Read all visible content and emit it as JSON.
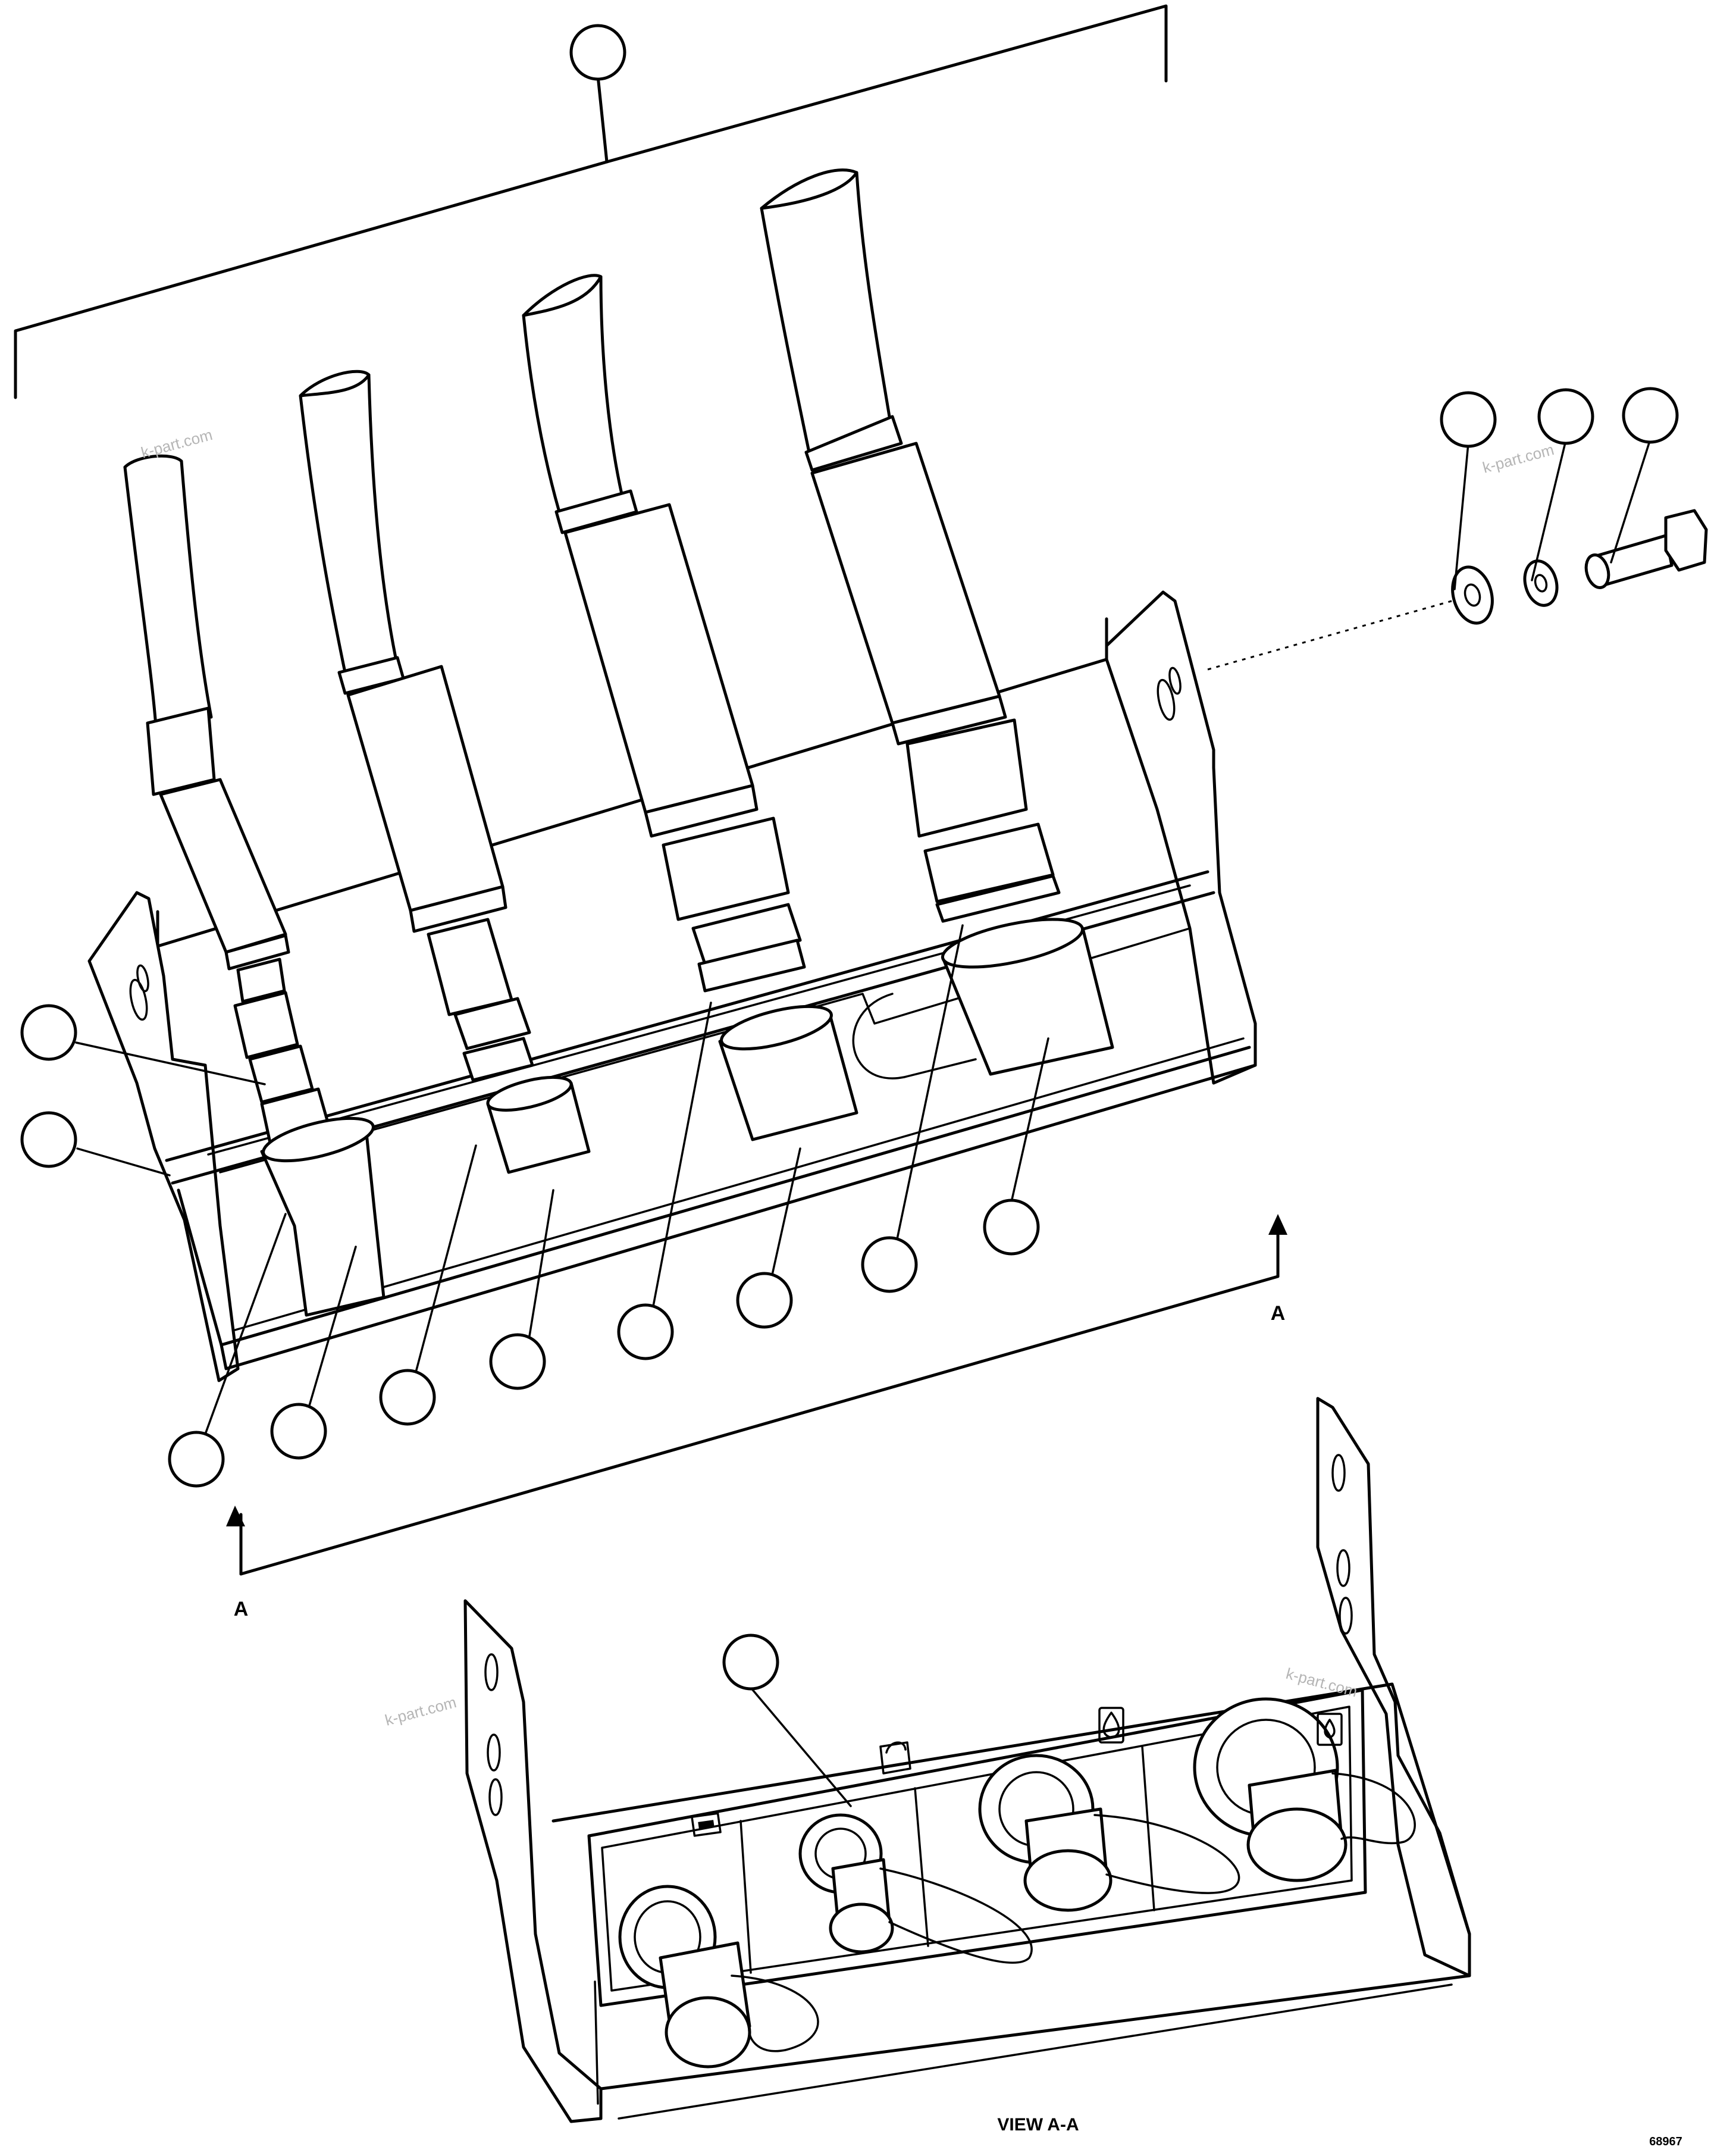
{
  "section_label_top": "A",
  "section_label_left": "A",
  "view_caption": "VIEW A-A",
  "figure_number": "68967",
  "watermark_text": "k-part.com",
  "icons": [
    "battery-icon",
    "tank-icon",
    "drop-icon",
    "reservoir-icon"
  ],
  "line_color": "#000000",
  "background_color": "#ffffff"
}
